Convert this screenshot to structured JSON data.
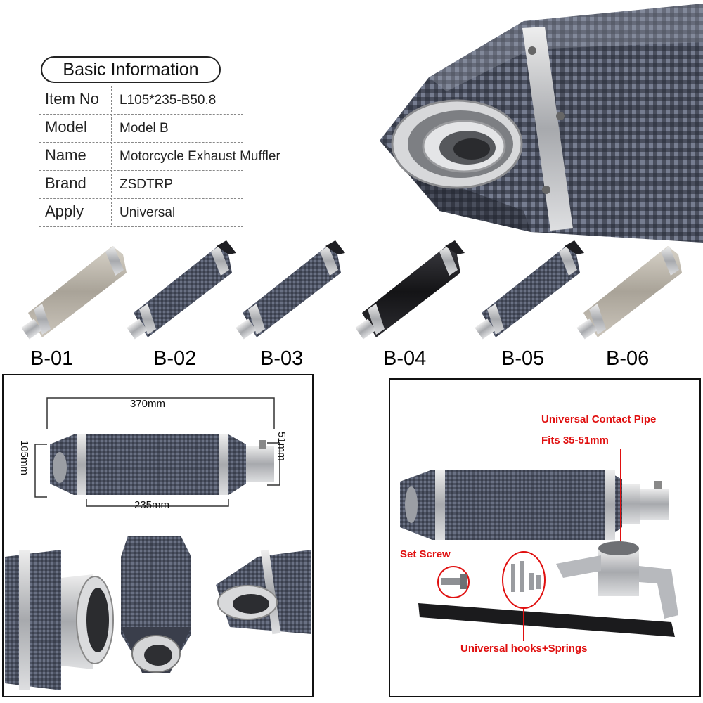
{
  "info": {
    "title": "Basic Information",
    "rows": [
      {
        "key": "Item No",
        "value": "L105*235-B50.8"
      },
      {
        "key": "Model",
        "value": "Model B"
      },
      {
        "key": "Name",
        "value": "Motorcycle Exhaust Muffler"
      },
      {
        "key": "Brand",
        "value": "ZSDTRP"
      },
      {
        "key": "Apply",
        "value": "Universal"
      }
    ]
  },
  "variants": [
    {
      "label": "B-01",
      "finish": "titanium"
    },
    {
      "label": "B-02",
      "finish": "carbon"
    },
    {
      "label": "B-03",
      "finish": "carbon-dark"
    },
    {
      "label": "B-04",
      "finish": "black"
    },
    {
      "label": "B-05",
      "finish": "carbon"
    },
    {
      "label": "B-06",
      "finish": "titanium"
    }
  ],
  "dimensions": {
    "length": "370mm",
    "height": "105mm",
    "inlet": "51mm",
    "body": "235mm"
  },
  "accessories": {
    "pipe_title": "Universal Contact Pipe",
    "pipe_fits": "Fits 35-51mm",
    "set_screw": "Set Screw",
    "hooks": "Universal hooks+Springs"
  },
  "colors": {
    "carbon": "#4a5060",
    "titanium": "#b3ada3",
    "black": "#1e1e22",
    "steel": "#c8c9cc",
    "annotation": "#e01010"
  }
}
